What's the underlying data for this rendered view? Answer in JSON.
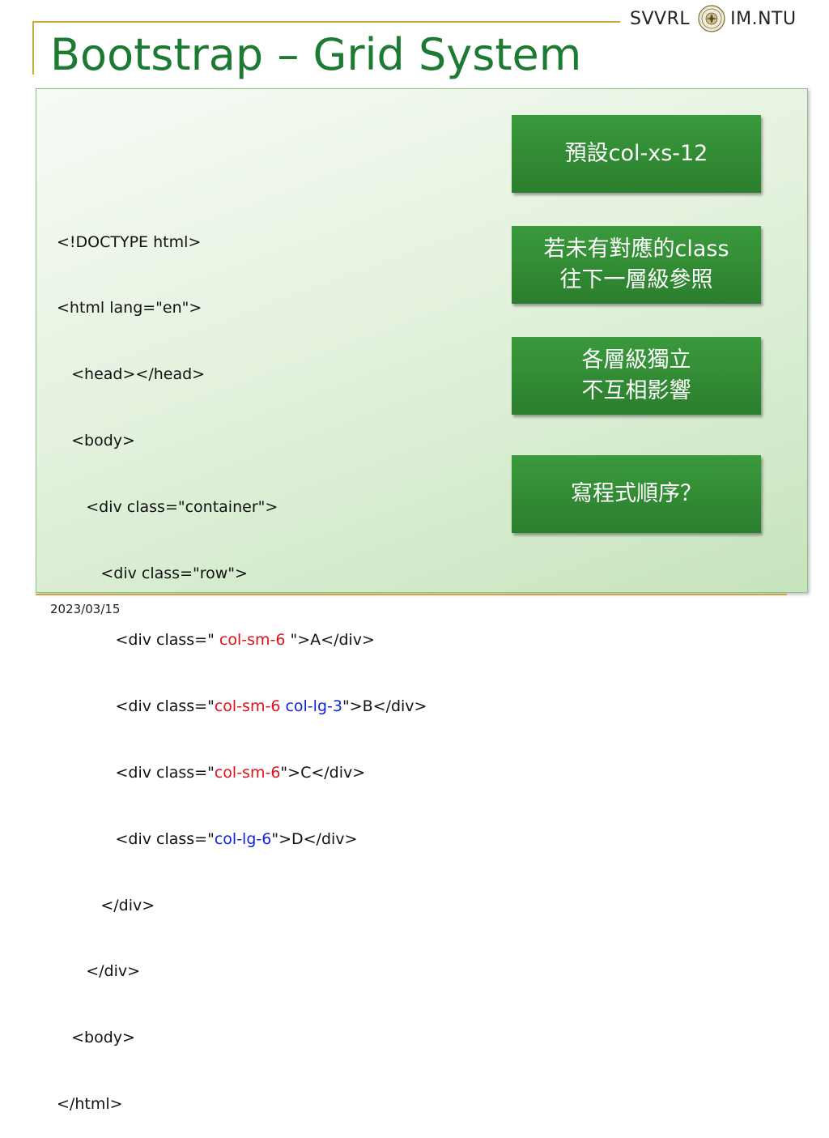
{
  "header": {
    "left": "SVVRL",
    "right": "IM.NTU",
    "seal_icon": "university-seal-icon"
  },
  "title": "Bootstrap – Grid System",
  "code": {
    "l1": "<!DOCTYPE html>",
    "l2": "<html lang=\"en\">",
    "l3": "   <head></head>",
    "l4": "   <body>",
    "l5": "      <div class=\"container\">",
    "l6": "         <div class=\"row\">",
    "l7a": "            <div class=\" ",
    "l7b": "col-sm-6",
    "l7c": " \">A</div>",
    "l8a": "            <div class=\"",
    "l8b": "col-sm-6",
    "l8c": " ",
    "l8d": "col-lg-3",
    "l8e": "\">B</div>",
    "l9a": "            <div class=\"",
    "l9b": "col-sm-6",
    "l9c": "\">C</div>",
    "l10a": "            <div class=\"",
    "l10b": "col-lg-6",
    "l10c": "\">D</div>",
    "l11": "         </div>",
    "l12": "      </div>",
    "l13": "   <body>",
    "l14": "</html>"
  },
  "callouts": {
    "c1": "預設col-xs-12",
    "c2_line1": "若未有對應的class",
    "c2_line2": "往下一層級參照",
    "c3_line1": "各層級獨立",
    "c3_line2": "不互相影響",
    "c4": "寫程式順序？"
  },
  "footer": {
    "date": "2023/03/15"
  },
  "colors": {
    "title": "#1d7a33",
    "accent_gold": "#c9a93c",
    "callout_bg": "#2f8a31",
    "sm_class": "#e0101a",
    "lg_class": "#1024d8"
  }
}
